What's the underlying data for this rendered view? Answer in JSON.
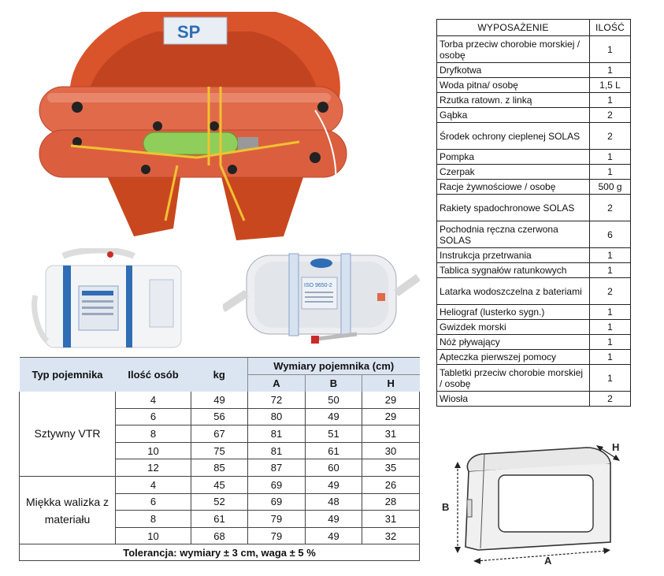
{
  "equipment": {
    "header_item": "WYPOSAŻENIE",
    "header_qty": "ILOŚĆ",
    "rows": [
      {
        "item": "Torba przeciw chorobie morskiej / osobę",
        "qty": "1"
      },
      {
        "item": "Dryfkotwa",
        "qty": "1"
      },
      {
        "item": "Woda pitna/ osobę",
        "qty": "1,5 L"
      },
      {
        "item": "Rzutka ratown. z linką",
        "qty": "1"
      },
      {
        "item": "Gąbka",
        "qty": "2"
      },
      {
        "item": "Środek ochrony cieplenej SOLAS",
        "qty": "2"
      },
      {
        "item": "Pompka",
        "qty": "1"
      },
      {
        "item": "Czerpak",
        "qty": "1"
      },
      {
        "item": "Racje żywnościowe / osobę",
        "qty": "500 g"
      },
      {
        "item": "Rakiety spadochronowe SOLAS",
        "qty": "2"
      },
      {
        "item": "Pochodnia ręczna czerwona SOLAS",
        "qty": "6"
      },
      {
        "item": "Instrukcja przetrwania",
        "qty": "1"
      },
      {
        "item": "Tablica sygnałów ratunkowych",
        "qty": "1"
      },
      {
        "item": "Latarka wodoszczelna z bateriami",
        "qty": "2"
      },
      {
        "item": "Heliograf (lusterko sygn.)",
        "qty": "1"
      },
      {
        "item": "Gwizdek morski",
        "qty": "1"
      },
      {
        "item": "Nóż pływający",
        "qty": "1"
      },
      {
        "item": "Apteczka pierwszej pomocy",
        "qty": "1"
      },
      {
        "item": "Tabletki przeciw chorobie morskiej / osobę",
        "qty": "1"
      },
      {
        "item": "Wiosła",
        "qty": "2"
      }
    ]
  },
  "containers": {
    "col_type": "Typ pojemnika",
    "col_persons": "Ilość osób",
    "col_kg": "kg",
    "col_dims": "Wymiary pojemnika (cm)",
    "col_a": "A",
    "col_b": "B",
    "col_h": "H",
    "groups": [
      {
        "name": "Sztywny VTR",
        "rows": [
          [
            "4",
            "49",
            "72",
            "50",
            "29"
          ],
          [
            "6",
            "56",
            "80",
            "49",
            "29"
          ],
          [
            "8",
            "67",
            "81",
            "51",
            "31"
          ],
          [
            "10",
            "75",
            "81",
            "61",
            "30"
          ],
          [
            "12",
            "85",
            "87",
            "60",
            "35"
          ]
        ]
      },
      {
        "name": "Miękka walizka z materiału",
        "rows": [
          [
            "4",
            "45",
            "69",
            "49",
            "26"
          ],
          [
            "6",
            "52",
            "69",
            "48",
            "28"
          ],
          [
            "8",
            "61",
            "79",
            "49",
            "31"
          ],
          [
            "10",
            "68",
            "79",
            "49",
            "32"
          ]
        ]
      }
    ],
    "tolerance": "Tolerancja: wymiary ± 3 cm, waga ± 5 %"
  },
  "photo_labels": {
    "raft_canopy": "SP",
    "rigid_case": "ISO 9650-2"
  },
  "diagram": {
    "label_a": "A",
    "label_b": "B",
    "label_h": "H"
  },
  "colors": {
    "raft_orange": "#d9532b",
    "tube_orange": "#e06a4a",
    "table_header": "#dbe5f1",
    "accent_blue": "#2f6db5"
  }
}
